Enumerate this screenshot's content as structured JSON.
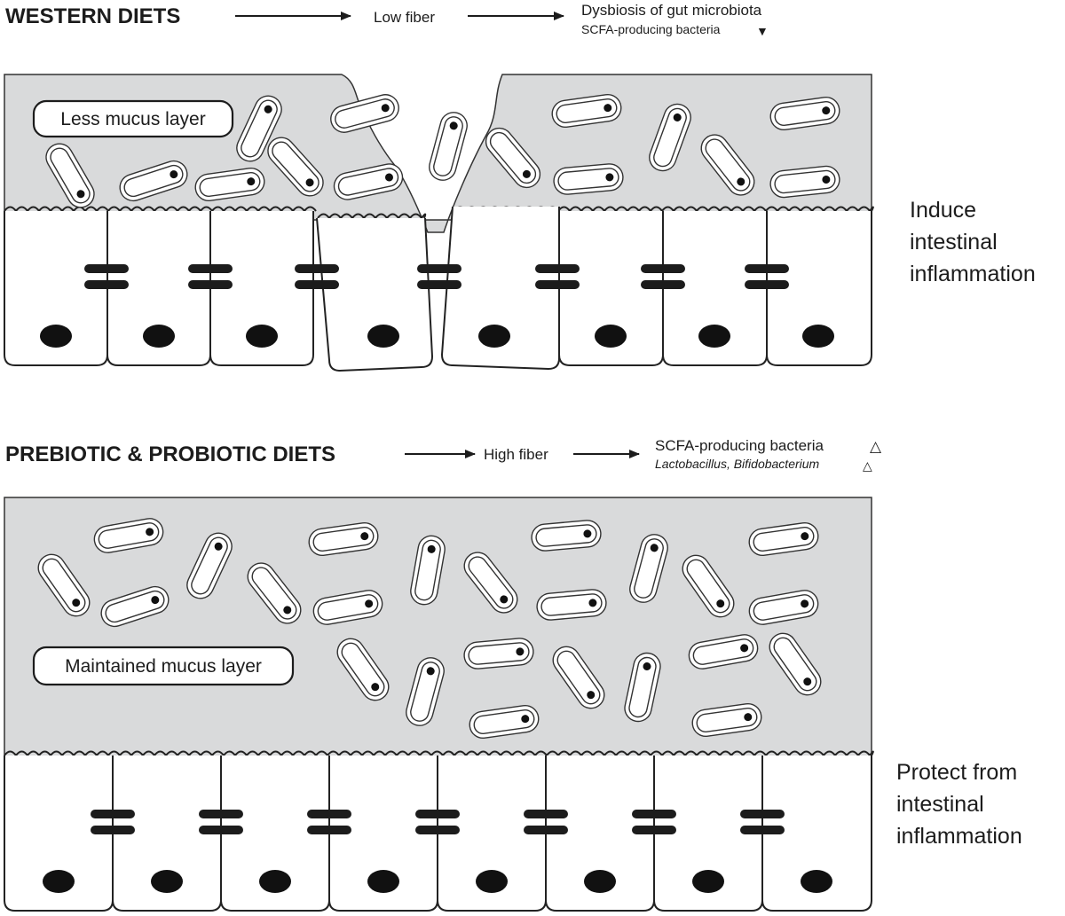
{
  "western": {
    "title": "WESTERN DIETS",
    "step1": "Low fiber",
    "step2_line1": "Dysbiosis of gut microbiota",
    "step2_line2": "SCFA-producing bacteria",
    "step2_line2_marker": "▼",
    "mucus_label": "Less mucus layer",
    "outcome_lines": [
      "Induce",
      "intestinal",
      "inflammation"
    ]
  },
  "prebiotic": {
    "title": "PREBIOTIC & PROBIOTIC DIETS",
    "step1": "High fiber",
    "step2_line1": "SCFA-producing bacteria",
    "step2_line1_marker": "△",
    "step2_line2": "Lactobacillus, Bifidobacterium",
    "step2_line2_marker": "△",
    "mucus_label": "Maintained mucus layer",
    "outcome_lines": [
      "Protect from",
      "intestinal",
      "inflammation"
    ]
  },
  "colors": {
    "mucus": "#d9dadb",
    "outline": "#222222",
    "cell_fill": "#ffffff",
    "ink": "#1c1c1c"
  },
  "icons": {
    "arrow": "right-arrow-icon",
    "down_triangle": "filled-down-triangle-icon",
    "up_triangle": "outline-up-triangle-icon",
    "bacterium": "rod-bacterium-icon"
  }
}
